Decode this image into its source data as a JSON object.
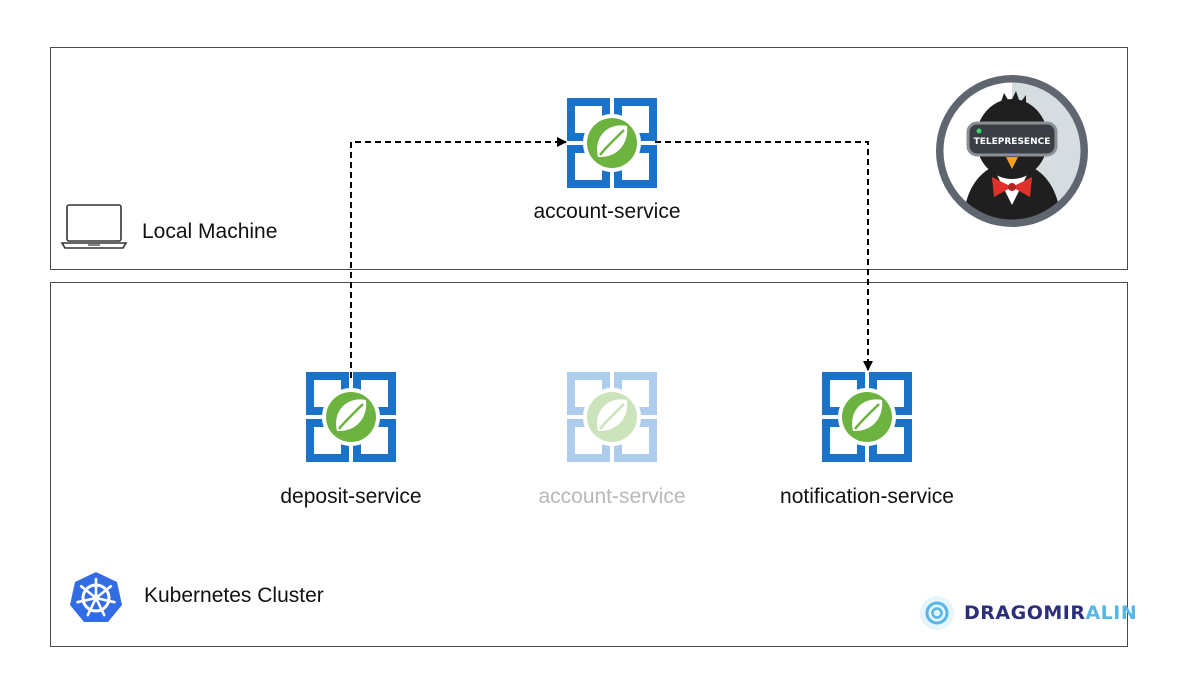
{
  "zones": {
    "local": {
      "label": "Local Machine"
    },
    "cluster": {
      "label": "Kubernetes Cluster"
    }
  },
  "services": {
    "local_account": {
      "label": "account-service"
    },
    "deposit": {
      "label": "deposit-service"
    },
    "cluster_account": {
      "label": "account-service"
    },
    "notification": {
      "label": "notification-service"
    }
  },
  "badges": {
    "telepresence": {
      "text": "TELEPRESENCE"
    }
  },
  "brand": {
    "part1": "DRAGOMIR",
    "part2": "ALIN"
  },
  "colors": {
    "border": "#4a4a4a",
    "spring_green": "#6db33f",
    "azure_blue": "#1a73c9",
    "k8s_blue": "#326ce5",
    "brand_dark": "#2b2f7a",
    "brand_light": "#56b6e6"
  }
}
